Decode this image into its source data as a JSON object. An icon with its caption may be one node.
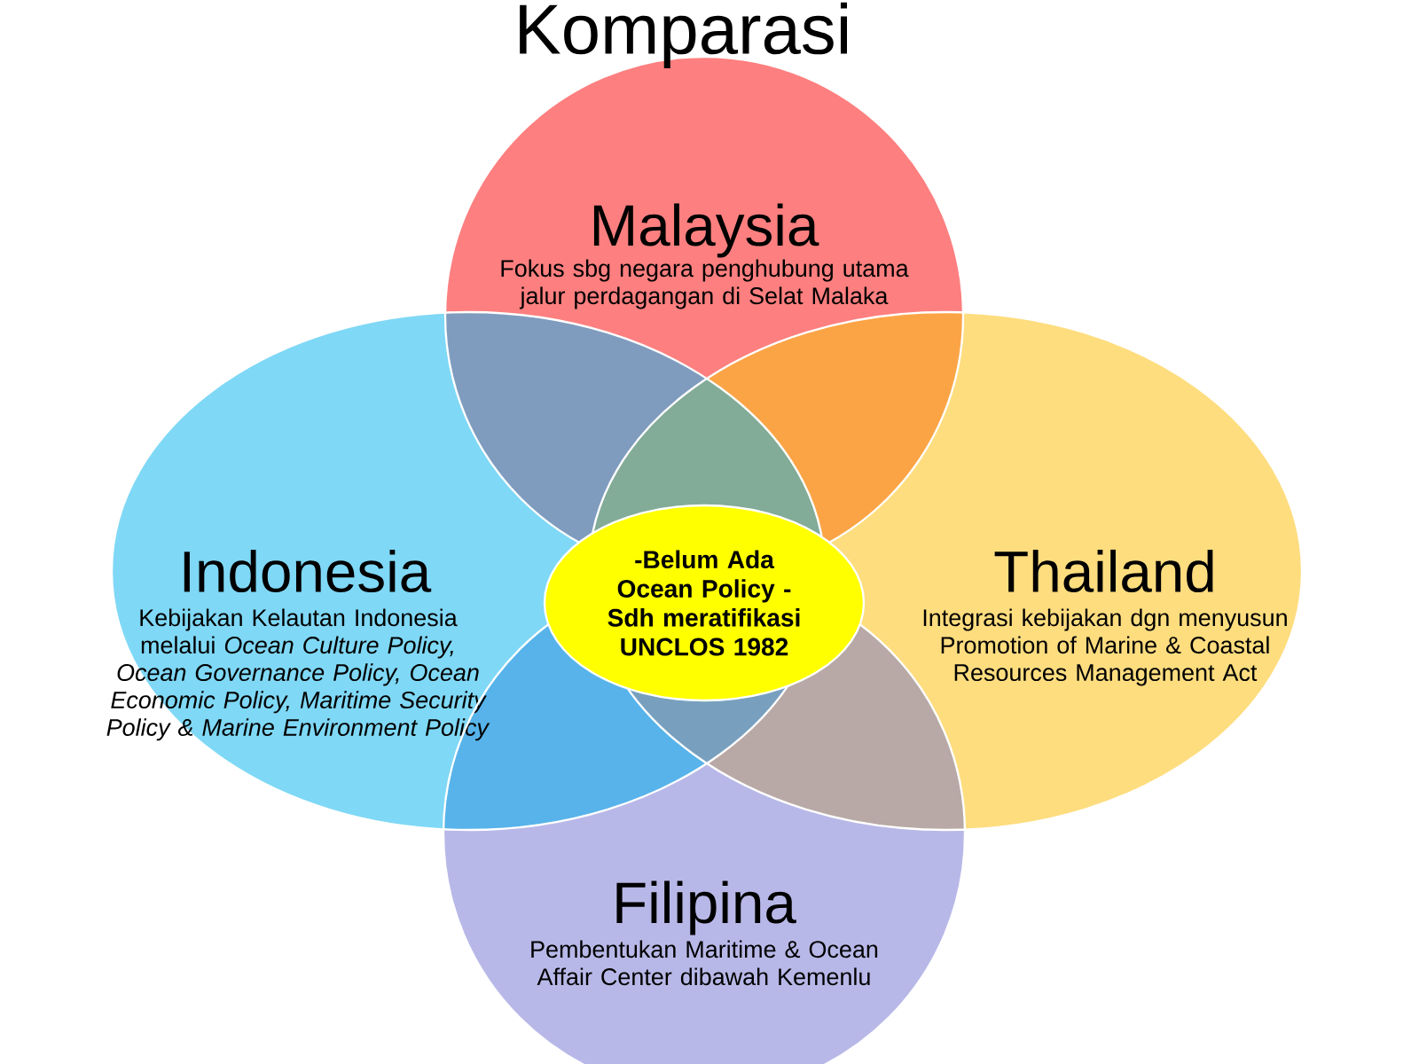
{
  "diagram": {
    "title": "Komparasi",
    "nodes": [
      {
        "text": [
          "Malaysia",
          "Fokus sbg negara penghubung utama jalur perdagangan di Selat Malaka"
        ]
      },
      {
        "text": [
          "Indonesia",
          "Kebijakan Kelautan Indonesia melalui *Ocean Culture Policy, Ocean Governance Policy, Ocean Economic Policy, Maritime Security Policy & Marine Environment Policy*"
        ]
      },
      {
        "text": [
          "Thailand",
          "Integrasi kebijakan dgn menyusun Promotion of Marine & Coastal Resources Management Act"
        ]
      },
      {
        "text": [
          "Filipina",
          "Pembentukan Maritime & Ocean Affair Center dibawah Kemenlu"
        ]
      },
      {
        "text": [
          "-Belum Ada Ocean Policy -Sdh meratifikasi UNCLOS 1982"
        ]
      }
    ],
    "edges": []
  }
}
